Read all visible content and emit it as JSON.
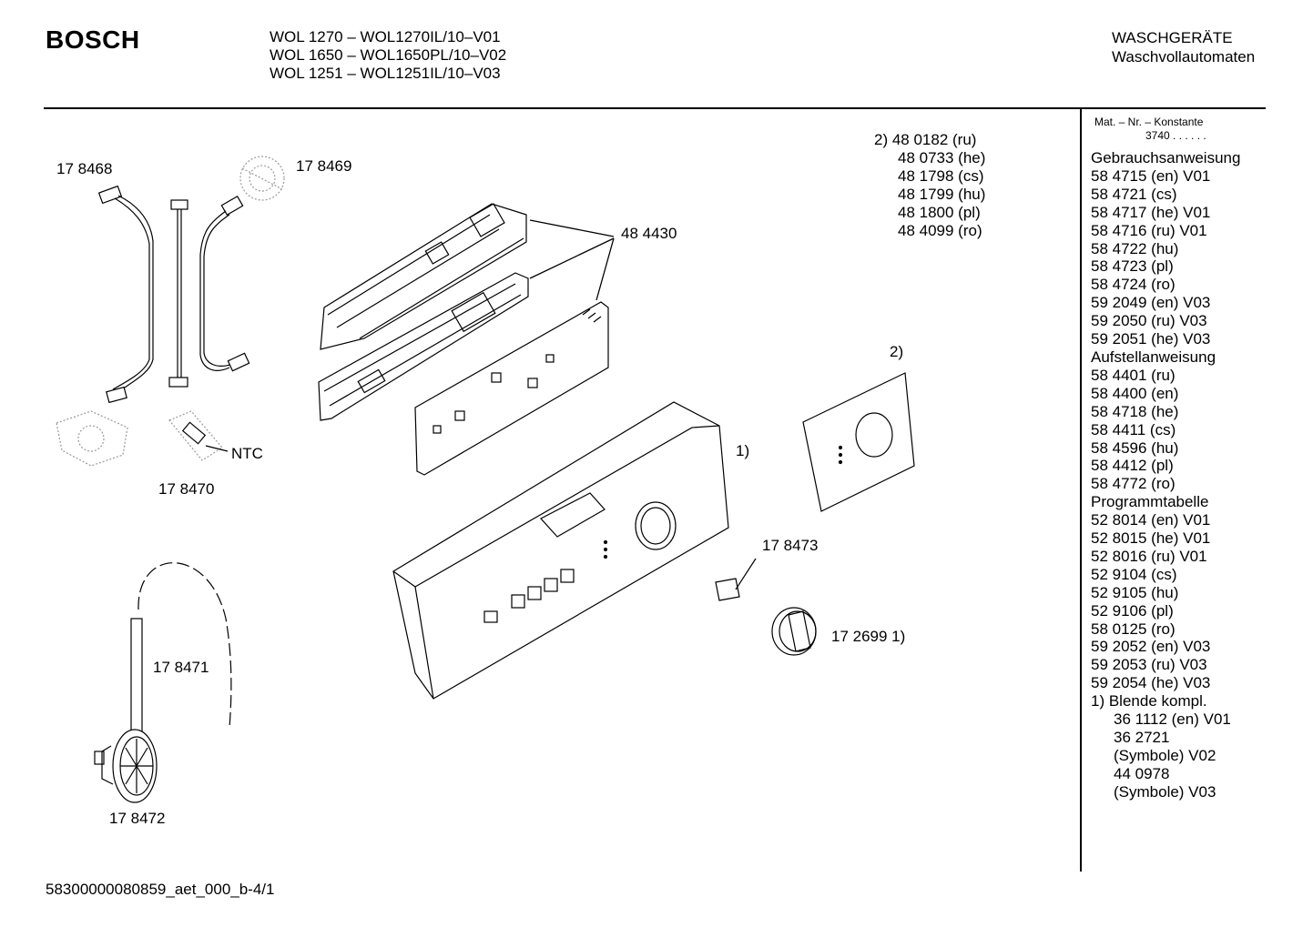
{
  "header": {
    "brand": "BOSCH",
    "models": [
      "WOL 1270 – WOL1270IL/10–V01",
      "WOL 1650 – WOL1650PL/10–V02",
      "WOL 1251 – WOL1251IL/10–V03"
    ],
    "category": [
      "WASCHGERÄTE",
      "Waschvollautomaten"
    ]
  },
  "mat_label": "Mat. – Nr. – Konstante",
  "mat_value": "3740 . . . . . .",
  "right_list": [
    {
      "text": "Gebrauchsanweisung",
      "indent": false
    },
    {
      "text": "58 4715 (en) V01",
      "indent": false
    },
    {
      "text": "58 4721 (cs)",
      "indent": false
    },
    {
      "text": "58 4717 (he) V01",
      "indent": false
    },
    {
      "text": "58 4716 (ru) V01",
      "indent": false
    },
    {
      "text": "58 4722 (hu)",
      "indent": false
    },
    {
      "text": "58 4723 (pl)",
      "indent": false
    },
    {
      "text": "58 4724 (ro)",
      "indent": false
    },
    {
      "text": "59 2049 (en) V03",
      "indent": false
    },
    {
      "text": "59 2050 (ru) V03",
      "indent": false
    },
    {
      "text": "59 2051 (he) V03",
      "indent": false
    },
    {
      "text": "Aufstellanweisung",
      "indent": false
    },
    {
      "text": "58 4401 (ru)",
      "indent": false
    },
    {
      "text": "58 4400 (en)",
      "indent": false
    },
    {
      "text": "58 4718 (he)",
      "indent": false
    },
    {
      "text": "58 4411 (cs)",
      "indent": false
    },
    {
      "text": "58 4596 (hu)",
      "indent": false
    },
    {
      "text": "58 4412 (pl)",
      "indent": false
    },
    {
      "text": "58 4772 (ro)",
      "indent": false
    },
    {
      "text": "Programmtabelle",
      "indent": false
    },
    {
      "text": "52 8014 (en) V01",
      "indent": false
    },
    {
      "text": "52 8015 (he) V01",
      "indent": false
    },
    {
      "text": "52 8016 (ru) V01",
      "indent": false
    },
    {
      "text": "52 9104 (cs)",
      "indent": false
    },
    {
      "text": "52 9105 (hu)",
      "indent": false
    },
    {
      "text": "52 9106 (pl)",
      "indent": false
    },
    {
      "text": "58 0125 (ro)",
      "indent": false
    },
    {
      "text": "59 2052 (en) V03",
      "indent": false
    },
    {
      "text": "59 2053 (ru) V03",
      "indent": false
    },
    {
      "text": "59 2054 (he) V03",
      "indent": false
    },
    {
      "text": "1) Blende kompl.",
      "indent": false
    },
    {
      "text": "36 1112 (en) V01",
      "indent": true
    },
    {
      "text": "36 2721",
      "indent": true
    },
    {
      "text": "(Symbole) V02",
      "indent": true
    },
    {
      "text": "44 0978",
      "indent": true
    },
    {
      "text": "(Symbole) V03",
      "indent": true
    }
  ],
  "notes": [
    {
      "text": "2)  48 0182 (ru)",
      "indent": false
    },
    {
      "text": "48 0733 (he)",
      "indent": true
    },
    {
      "text": "48 1798 (cs)",
      "indent": true
    },
    {
      "text": "48 1799 (hu)",
      "indent": true
    },
    {
      "text": "48 1800 (pl)",
      "indent": true
    },
    {
      "text": "48 4099 (ro)",
      "indent": true
    }
  ],
  "labels": {
    "p178468": "17 8468",
    "p178469": "17 8469",
    "p484430": "48 4430",
    "ntc": "NTC",
    "p178470": "17 8470",
    "note2": "2)",
    "note1": "1)",
    "p178473": "17 8473",
    "p172699": "17 2699 1)",
    "p178471": "17 8471",
    "p178472": "17 8472"
  },
  "footer": "58300000080859_aet_000_b-4/1"
}
